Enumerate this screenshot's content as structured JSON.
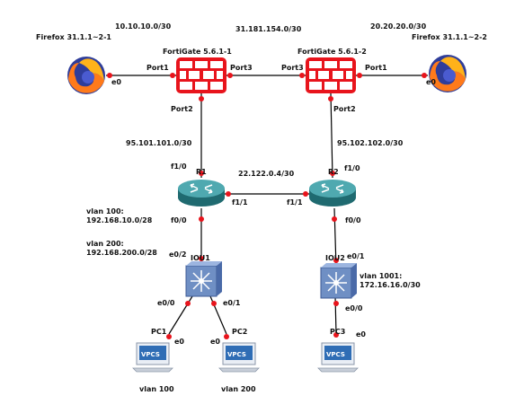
{
  "colors": {
    "background": "#ffffff",
    "link": "#000000",
    "port_dot": "#e8141c",
    "firewall": "#e8141c",
    "router": "#2f8a91",
    "switch": "#6f8fc4",
    "vpcs": "#2f6db5"
  },
  "nodes": {
    "firefox1": {
      "label": "Firefox 31.1.1~2-1",
      "icon": "firefox-icon"
    },
    "firefox2": {
      "label": "Firefox 31.1.1~2-2",
      "icon": "firefox-icon"
    },
    "fortigate1": {
      "label": "FortiGate 5.6.1-1",
      "icon": "firewall-icon"
    },
    "fortigate2": {
      "label": "FortiGate 5.6.1-2",
      "icon": "firewall-icon"
    },
    "r1": {
      "label": "R1",
      "icon": "router-icon"
    },
    "r2": {
      "label": "R2",
      "icon": "router-icon"
    },
    "iou1": {
      "label": "IOU1",
      "icon": "switch-icon"
    },
    "iou2": {
      "label": "IOU2",
      "icon": "switch-icon"
    },
    "pc1": {
      "label": "PC1",
      "icon": "vpcs-icon",
      "badge": "VPCS"
    },
    "pc2": {
      "label": "PC2",
      "icon": "vpcs-icon",
      "badge": "VPCS"
    },
    "pc3": {
      "label": "PC3",
      "icon": "vpcs-icon",
      "badge": "VPCS"
    }
  },
  "subnets": {
    "left_lan": "10.10.10.0/30",
    "fw_link": "31.181.154.0/30",
    "right_lan": "20.20.20.0/30",
    "fw1_r1": "95.101.101.0/30",
    "fw2_r2": "95.102.102.0/30",
    "r1_r2": "22.122.0.4/30",
    "vlan100": "vlan 100:\n192.168.10.0/28",
    "vlan200": "vlan 200:\n192.168.200.0/28",
    "vlan1001": "vlan 1001:\n172.16.16.0/30"
  },
  "ports": {
    "ff1_e0": "e0",
    "fw1_port1": "Port1",
    "fw1_port3": "Port3",
    "fw2_port3": "Port3",
    "fw2_port1": "Port1",
    "ff2_e0": "e0",
    "fw1_port2": "Port2",
    "fw2_port2": "Port2",
    "r1_f10": "f1/0",
    "r2_f10": "f1/0",
    "r1_f11": "f1/1",
    "r2_f11": "f1/1",
    "r1_f00": "f0/0",
    "r2_f00": "f0/0",
    "iou1_e02": "e0/2",
    "iou2_e01": "e0/1",
    "iou1_e00": "e0/0",
    "iou1_e01": "e0/1",
    "iou2_e00": "e0/0",
    "pc1_e0": "e0",
    "pc2_e0": "e0",
    "pc3_e0": "e0"
  },
  "captions": {
    "pc1": "vlan 100",
    "pc2": "vlan 200"
  }
}
